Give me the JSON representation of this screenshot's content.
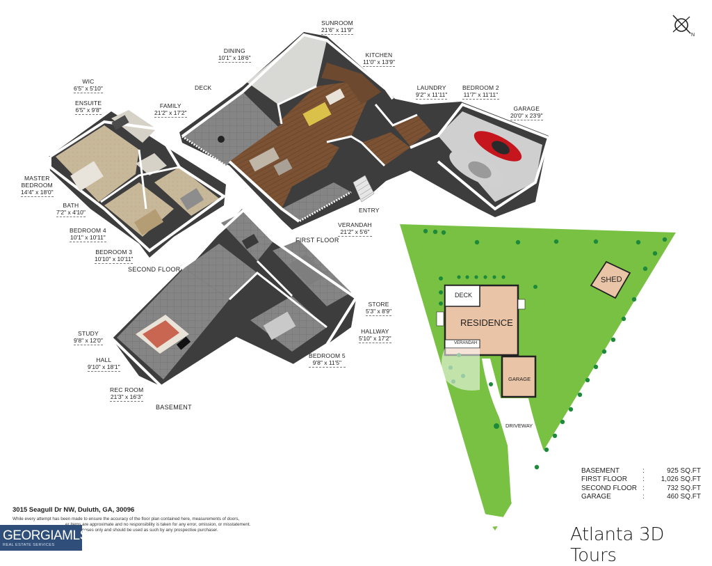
{
  "floors": {
    "first": "FIRST FLOOR",
    "second": "SECOND FLOOR",
    "basement": "BASEMENT"
  },
  "rooms": {
    "sunroom": {
      "name": "SUNROOM",
      "dims": "21'6\" x 11'9\""
    },
    "dining": {
      "name": "DINING",
      "dims": "10'1\" x 18'6\""
    },
    "kitchen": {
      "name": "KITCHEN",
      "dims": "11'0\" x 13'9\""
    },
    "deck": {
      "name": "DECK"
    },
    "family": {
      "name": "FAMILY",
      "dims": "21'2\" x 17'2\""
    },
    "laundry": {
      "name": "LAUNDRY",
      "dims": "9'2\" x 11'11\""
    },
    "bedroom2": {
      "name": "BEDROOM 2",
      "dims": "11'7\" x 11'11\""
    },
    "garage": {
      "name": "GARAGE",
      "dims": "20'0\" x 23'9\""
    },
    "entry": {
      "name": "ENTRY"
    },
    "verandah": {
      "name": "VERANDAH",
      "dims": "21'2\" x 5'6\""
    },
    "wic": {
      "name": "WIC",
      "dims": "6'5\" x 5'10\""
    },
    "ensuite": {
      "name": "ENSUITE",
      "dims": "6'5\" x 9'8\""
    },
    "master": {
      "name": "MASTER",
      "name2": "BEDROOM",
      "dims": "14'4\" x 18'0\""
    },
    "bath": {
      "name": "BATH",
      "dims": "7'2\" x 4'10\""
    },
    "bedroom4": {
      "name": "BEDROOM 4",
      "dims": "10'1\" x 10'11\""
    },
    "bedroom3": {
      "name": "BEDROOM 3",
      "dims": "10'10\" x 10'11\""
    },
    "store": {
      "name": "STORE",
      "dims": "5'3\" x 8'9\""
    },
    "hallway": {
      "name": "HALLWAY",
      "dims": "5'10\" x 17'2\""
    },
    "study": {
      "name": "STUDY",
      "dims": "9'8\" x 12'0\""
    },
    "hall": {
      "name": "HALL",
      "dims": "9'10\" x 18'1\""
    },
    "bedroom5": {
      "name": "BEDROOM 5",
      "dims": "9'8\" x 11'5\""
    },
    "recroom": {
      "name": "REC ROOM",
      "dims": "21'3\" x 16'3\""
    }
  },
  "site_plan": {
    "shed": "SHED",
    "deck": "DECK",
    "residence": "RESIDENCE",
    "verandah": "VERANDAH",
    "garage": "GARAGE",
    "driveway": "DRIVEWAY"
  },
  "compass": {
    "north": "N"
  },
  "square_footage": [
    {
      "name": "BASEMENT",
      "sep": ":",
      "value": "925 SQ.FT"
    },
    {
      "name": "FIRST FLOOR",
      "sep": ":",
      "value": "1,026 SQ.FT"
    },
    {
      "name": "SECOND FLOOR",
      "sep": ":",
      "value": "732 SQ.FT"
    },
    {
      "name": "GARAGE",
      "sep": ":",
      "value": "460 SQ.FT"
    }
  ],
  "address": "3015 Seagull Dr NW, Duluth, GA, 30096",
  "disclaimer": [
    "While  every attempt has been made to ensure the accuracy of the floor plan contained here, measurements of doors,",
    "er items are approximate and no responsibility is taken for any error, omission, or misstatement.",
    "poses only and should be used as such by any prospective purchaser."
  ],
  "logo": {
    "main": "GEORGIAMLS",
    "sub": "REAL ESTATE SERVICES"
  },
  "brand": "Atlanta 3D Tours",
  "colors": {
    "lawn": "#79c142",
    "residence": "#e9c4a6",
    "wood_floor": "#7a5233",
    "carpet": "#c9b99a",
    "tile": "#8c8c8c",
    "wall": "#ffffff",
    "wall_shadow": "#4a4a4a",
    "car_red": "#c4161c",
    "car_silver": "#cfcfcf"
  }
}
